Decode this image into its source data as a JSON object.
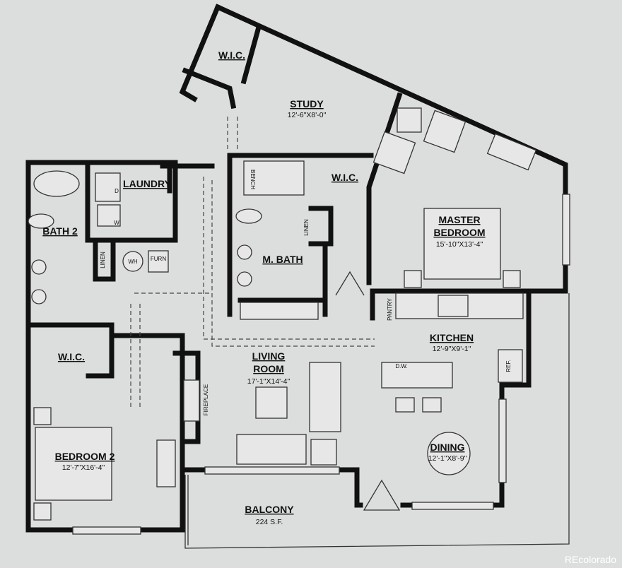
{
  "rooms": {
    "wic_top": {
      "label": "W.I.C."
    },
    "study": {
      "label": "STUDY",
      "dims": "12'-6\"X8'-0\""
    },
    "master_bedroom": {
      "label_line1": "MASTER",
      "label_line2": "BEDROOM",
      "dims": "15'-10\"X13'-4\""
    },
    "master_wic": {
      "label": "W.I.C."
    },
    "master_bath": {
      "label": "M. BATH",
      "bench": "BENCH",
      "linen": "LINEN"
    },
    "laundry": {
      "label": "LAUNDRY",
      "dryer": "D",
      "washer": "W"
    },
    "bath2": {
      "label": "BATH 2",
      "linen": "LINEN"
    },
    "utility": {
      "water_heater": "WH",
      "furnace": "FURN"
    },
    "bedroom2_wic": {
      "label": "W.I.C."
    },
    "bedroom2": {
      "label": "BEDROOM 2",
      "dims": "12'-7\"X16'-4\""
    },
    "living_room": {
      "label_line1": "LIVING",
      "label_line2": "ROOM",
      "dims": "17'-1\"X14'-4\"",
      "fireplace": "FIREPLACE"
    },
    "kitchen": {
      "label": "KITCHEN",
      "dims": "12'-9\"X9'-1\"",
      "pantry": "PANTRY",
      "dishwasher": "D.W.",
      "fridge": "REF."
    },
    "dining": {
      "label": "DINING",
      "dims": "12'-1\"X8'-9\""
    },
    "balcony": {
      "label": "BALCONY",
      "area": "224 S.F."
    }
  },
  "watermark": "REcolorado",
  "colors": {
    "background": "#dcdedd",
    "walls": "#111111"
  }
}
